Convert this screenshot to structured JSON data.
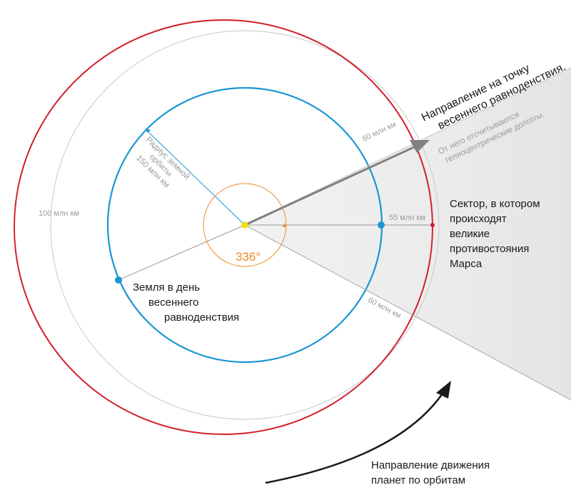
{
  "labels": {
    "vernal_direction": [
      "Направление на точку",
      "весеннего равноденствия."
    ],
    "longitude_note": [
      "От него отсчитываются",
      "гелиоцентрические долготы."
    ],
    "sector": [
      "Сектор, в котором",
      "происходят",
      "великие",
      "противостояния",
      "Марса"
    ],
    "earth_equinox": [
      "Земля в день",
      "весеннего",
      "равноденствия"
    ],
    "motion_direction": [
      "Направление движения",
      "планет по орбитам"
    ],
    "earth_radius": [
      "Радиус земной",
      "орбиты",
      "150 млн км"
    ],
    "dist_100": "100 млн км",
    "dist_55": "55 млн км",
    "dist_60_upper": "60 млн км",
    "dist_60_lower": "60 млн км",
    "angle": "336°"
  },
  "colors": {
    "mars_orbit": "#d21e2b",
    "earth_orbit": "#1a96d4",
    "outer_orbit": "#c8c8c8",
    "sun": "#f5e400",
    "angle": "#f08a24",
    "arrow": "#808080",
    "motion_arrow": "#1a1a1a",
    "sector_fill": "#eeeeee"
  }
}
